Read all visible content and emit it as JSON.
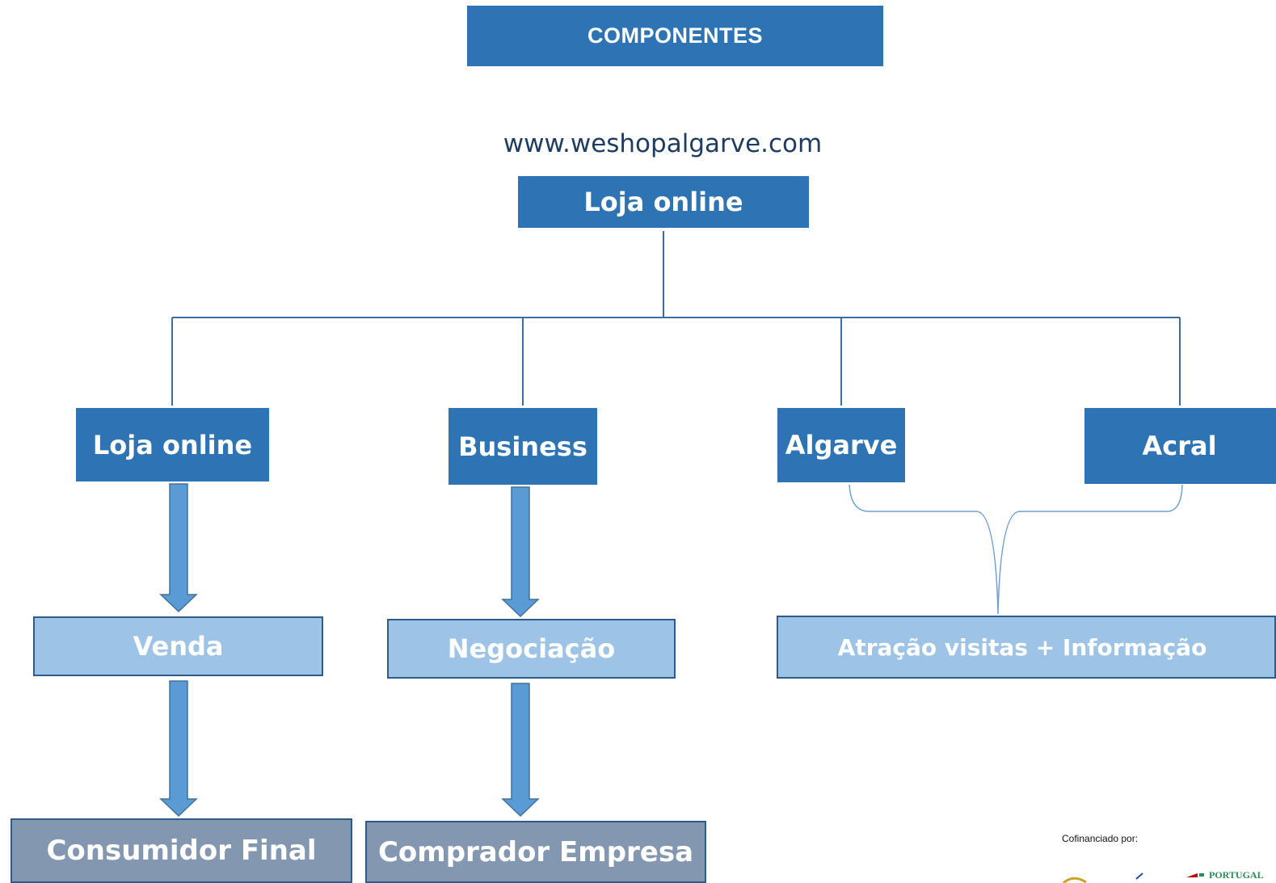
{
  "header": {
    "title": "COMPONENTES"
  },
  "website": {
    "url": "www.weshopalgarve.com"
  },
  "root": {
    "label": "Loja online"
  },
  "nodes": {
    "loja": "Loja online",
    "business": "Business",
    "algarve": "Algarve",
    "acral": "Acral"
  },
  "outcomes": {
    "venda": "Venda",
    "negociacao": "Negociação",
    "atracao": "Atração visitas + Informação"
  },
  "targets": {
    "consumidor": "Consumidor Final",
    "comprador": "Comprador Empresa"
  },
  "footer": {
    "cofinanciado": "Cofinanciado por:",
    "logo_text": "PORTUGAL"
  },
  "colors": {
    "dark_box": "#2e74b5",
    "light_box": "#9dc3e6",
    "grey_box": "#8497b0",
    "arrow": "#5b9bd5",
    "line": "#3a6ea5"
  }
}
